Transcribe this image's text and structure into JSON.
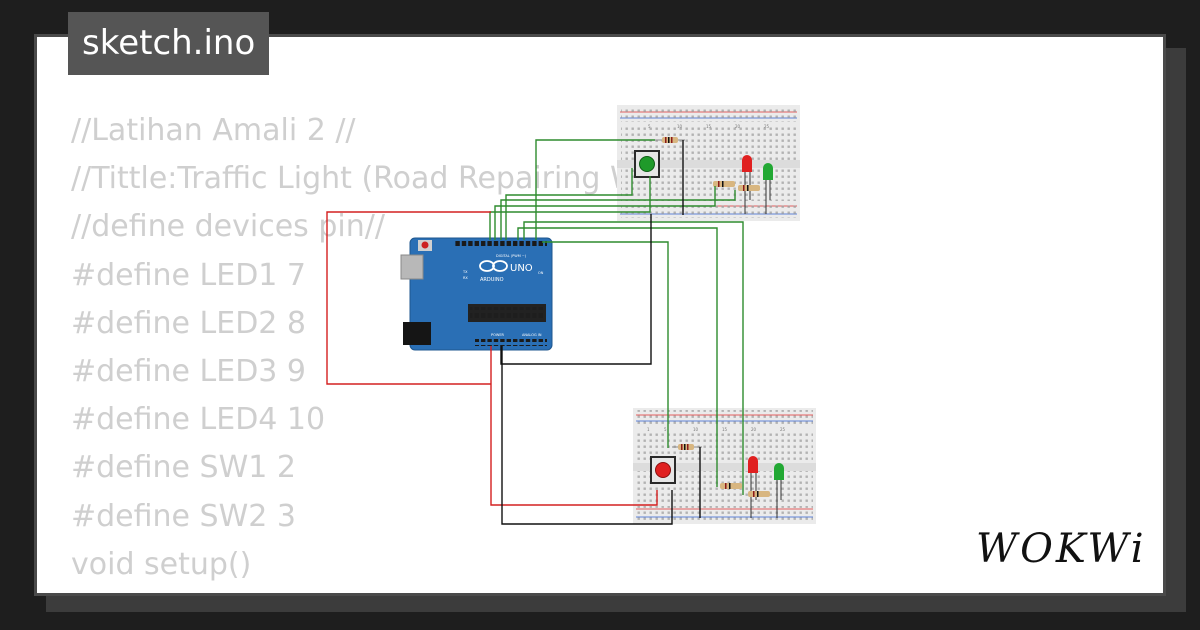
{
  "file_tab": {
    "label": "sketch.ino"
  },
  "code_lines": [
    "//Latihan Amali 2 //",
    "//Tittle:Traffic Light (Road Repairing Work)",
    "//define devices pin//",
    "#define LED1 7",
    "#define LED2 8",
    "#define LED3 9",
    "#define LED4 10",
    "#define SW1 2",
    "#define SW2 3",
    "void setup()",
    "{"
  ],
  "arduino": {
    "model": "UNO",
    "brand": "ARDUINO",
    "header_label": "DIGITAL (PWM ~)",
    "power_label": "POWER",
    "analog_label": "ANALOG IN",
    "tx_label": "TX",
    "rx_label": "RX",
    "on_label": "ON"
  },
  "breadboard_numbers": [
    "1",
    "5",
    "10",
    "15",
    "20",
    "25",
    "30"
  ],
  "colors": {
    "wire_green": "#2e8b2e",
    "wire_red": "#d42020",
    "wire_black": "#111111",
    "board_blue": "#2a6fb5",
    "breadboard": "#e8e8e8"
  },
  "components": [
    "pushbutton-green",
    "pushbutton-red",
    "led-red",
    "led-green",
    "led-red",
    "led-green",
    "resistor",
    "resistor",
    "resistor",
    "resistor",
    "resistor",
    "resistor"
  ],
  "logo": {
    "text": "WOKWi"
  }
}
